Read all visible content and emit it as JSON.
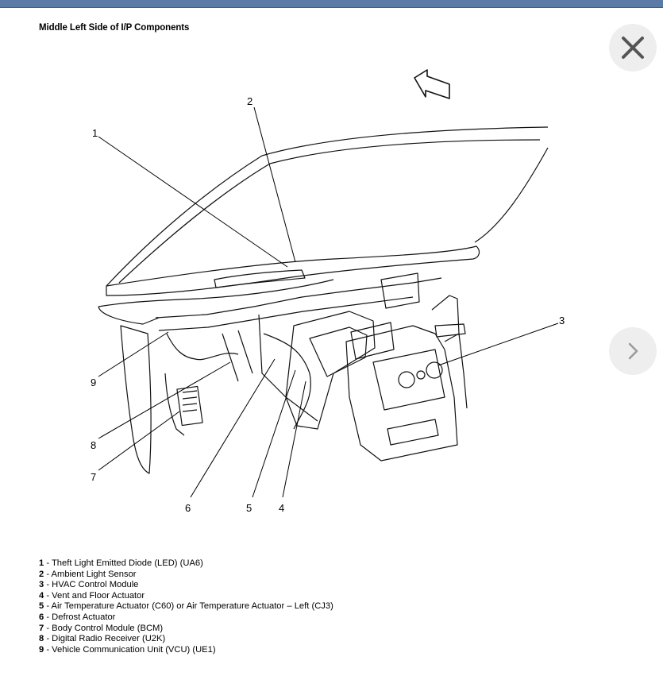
{
  "title": "Middle Left Side of I/P Components",
  "buttons": {
    "close_icon": "close-x-icon",
    "next_icon": "chevron-right-icon"
  },
  "callouts": [
    "1",
    "2",
    "3",
    "4",
    "5",
    "6",
    "7",
    "8",
    "9"
  ],
  "legend": [
    {
      "num": "1",
      "text": " - Theft Light Emitted Diode (LED) (UA6)"
    },
    {
      "num": "2",
      "text": " - Ambient Light Sensor"
    },
    {
      "num": "3",
      "text": " - HVAC Control Module"
    },
    {
      "num": "4",
      "text": " - Vent and Floor Actuator"
    },
    {
      "num": "5",
      "text": " - Air Temperature Actuator (C60) or Air Temperature Actuator – Left (CJ3)"
    },
    {
      "num": "6",
      "text": " - Defrost Actuator"
    },
    {
      "num": "7",
      "text": " - Body Control Module (BCM)"
    },
    {
      "num": "8",
      "text": " - Digital Radio Receiver (U2K)"
    },
    {
      "num": "9",
      "text": " - Vehicle Communication Unit (VCU) (UE1)"
    }
  ]
}
